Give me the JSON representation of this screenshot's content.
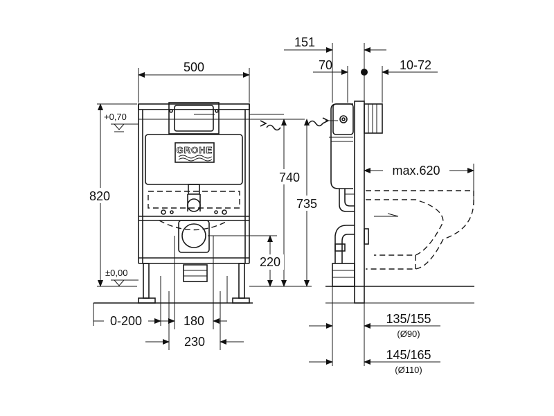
{
  "front_view": {
    "width": "500",
    "height": "820",
    "level_top": "+0,70",
    "level_floor": "±0,00",
    "flush_height": "740",
    "frame_height": "735",
    "drain_height": "220",
    "foot_adjust": "0-200",
    "inner_width": "180",
    "outer_width": "230",
    "brand": "GROHE"
  },
  "side_view": {
    "top_offset": "151",
    "pipe_offset": "70",
    "wall_range": "10-72",
    "bowl_projection": "max.620",
    "drain_90": "135/155",
    "drain_90_diameter": "(Ø90)",
    "drain_110": "145/165",
    "drain_110_diameter": "(Ø110)"
  }
}
